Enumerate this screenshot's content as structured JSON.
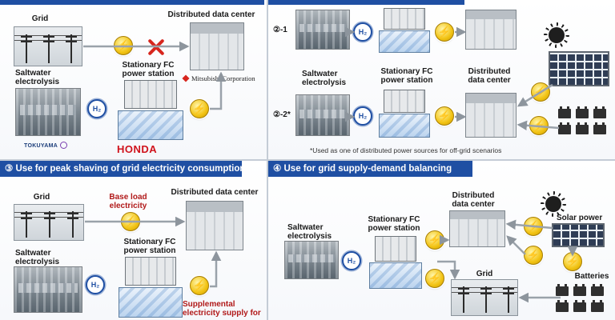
{
  "panel1": {
    "grid": "Grid",
    "dc": "Distributed data center",
    "electrolysis": "Saltwater electrolysis",
    "fc": "Stationary FC power station",
    "logos": {
      "mitsubishi": "Mitsubishi Corporation",
      "tokuyama": "TOKUYAMA",
      "honda": "HONDA"
    },
    "icons": {
      "h2": "H₂",
      "bolt": "⚡"
    }
  },
  "panel2": {
    "step1": "②-1",
    "step2": "②-2*",
    "electrolysis": "Saltwater electrolysis",
    "fc": "Stationary FC power station",
    "dc": "Distributed data center",
    "footnote": "*Used as one of  distributed power sources for off-grid scenarios"
  },
  "panel3": {
    "title": "③ Use for peak shaving of grid electricity consumption",
    "grid": "Grid",
    "base_load": "Base load electricity",
    "dc": "Distributed data center",
    "electrolysis": "Saltwater electrolysis",
    "fc": "Stationary FC power station",
    "supplemental": "Supplemental electricity supply for"
  },
  "panel4": {
    "title": "④ Use for grid supply-demand balancing",
    "dc": "Distributed data center",
    "fc": "Stationary FC power station",
    "electrolysis": "Saltwater electrolysis",
    "solar": "Solar power",
    "batteries": "Batteries",
    "grid": "Grid"
  },
  "colors": {
    "header": "#1f4fa3",
    "bolt": "#f2c313",
    "cross": "#d7261e",
    "accent_red": "#b11a1a"
  }
}
